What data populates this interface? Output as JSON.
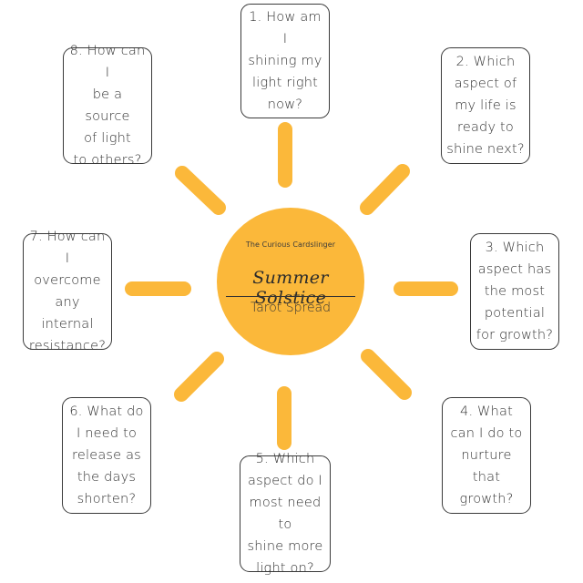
{
  "colors": {
    "sun": "#fbb83a",
    "card_border": "#3a3a3a",
    "text": "#333333"
  },
  "center": {
    "brand": "The Curious Cardslinger",
    "title": "Summer Solstice",
    "subtitle": "Tarot Spread"
  },
  "cards": [
    {
      "id": "card-1",
      "text": "1. How am I\nshining my\nlight right\nnow?"
    },
    {
      "id": "card-2",
      "text": "2. Which\naspect of\nmy life is\nready to\nshine next?"
    },
    {
      "id": "card-3",
      "text": "3. Which\naspect has\nthe most\npotential\nfor growth?"
    },
    {
      "id": "card-4",
      "text": "4. What\ncan I do to\nnurture\nthat\ngrowth?"
    },
    {
      "id": "card-5",
      "text": "5. Which\naspect do I\nmost need to\nshine more\nlight on?"
    },
    {
      "id": "card-6",
      "text": "6. What do\nI need to\nrelease as\nthe days\nshorten?"
    },
    {
      "id": "card-7",
      "text": "7. How can I\novercome\nany internal\nresistance?"
    },
    {
      "id": "card-8",
      "text": "8. How can I\nbe a\nsource\nof light\nto others?"
    }
  ]
}
